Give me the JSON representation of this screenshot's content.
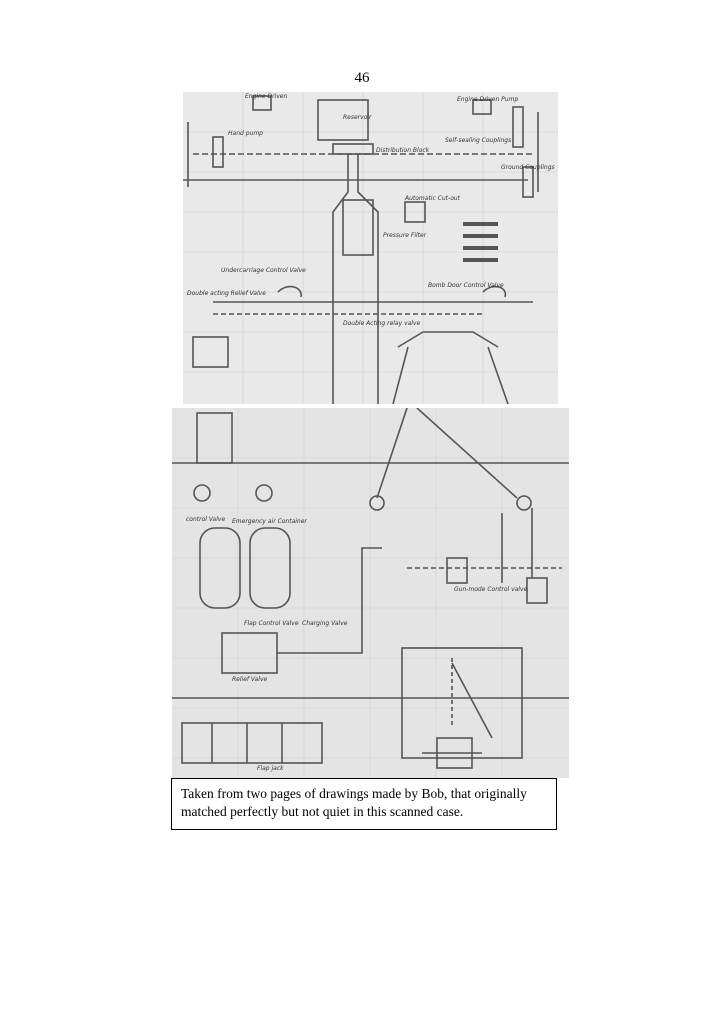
{
  "page_number": "46",
  "caption": "Taken from two pages of drawings made by Bob, that originally matched perfectly but not quiet in this scanned case.",
  "colors": {
    "scan_background": "#e9e9e9",
    "ink": "#555555",
    "caption_border": "#000000"
  },
  "drawing_labels": {
    "top": {
      "engine_driven_pump": "Engine Driven",
      "reservoir": "Reservoir",
      "hand_pump": "Hand pump",
      "distribution_block": "Distribution Block",
      "engine_driven_pump_right": "Engine Driven Pump",
      "self_sealing_couplings": "Self-sealing Couplings",
      "ground_couplings": "Ground Couplings",
      "automatic_cut_out": "Automatic Cut-out",
      "pressure_filter": "Pressure Filter",
      "undercarriage_control_valve": "Undercarriage Control Valve",
      "double_acting_relief_valve": "Double acting Relief Valve",
      "bomb_door_control_valve": "Bomb Door Control Valve",
      "double_acting_relay_valve": "Double Acting relay valve"
    },
    "bottom": {
      "emergency_air_container": "Emergency air Container",
      "control_valve": "control Valve",
      "flap_control_valve": "Flap Control Valve",
      "charging_valve": "Charging Valve",
      "relief_valve": "Relief Valve",
      "gun_mode_control_valve": "Gun-mode Control valve",
      "flap_jack": "Flap jack"
    }
  }
}
